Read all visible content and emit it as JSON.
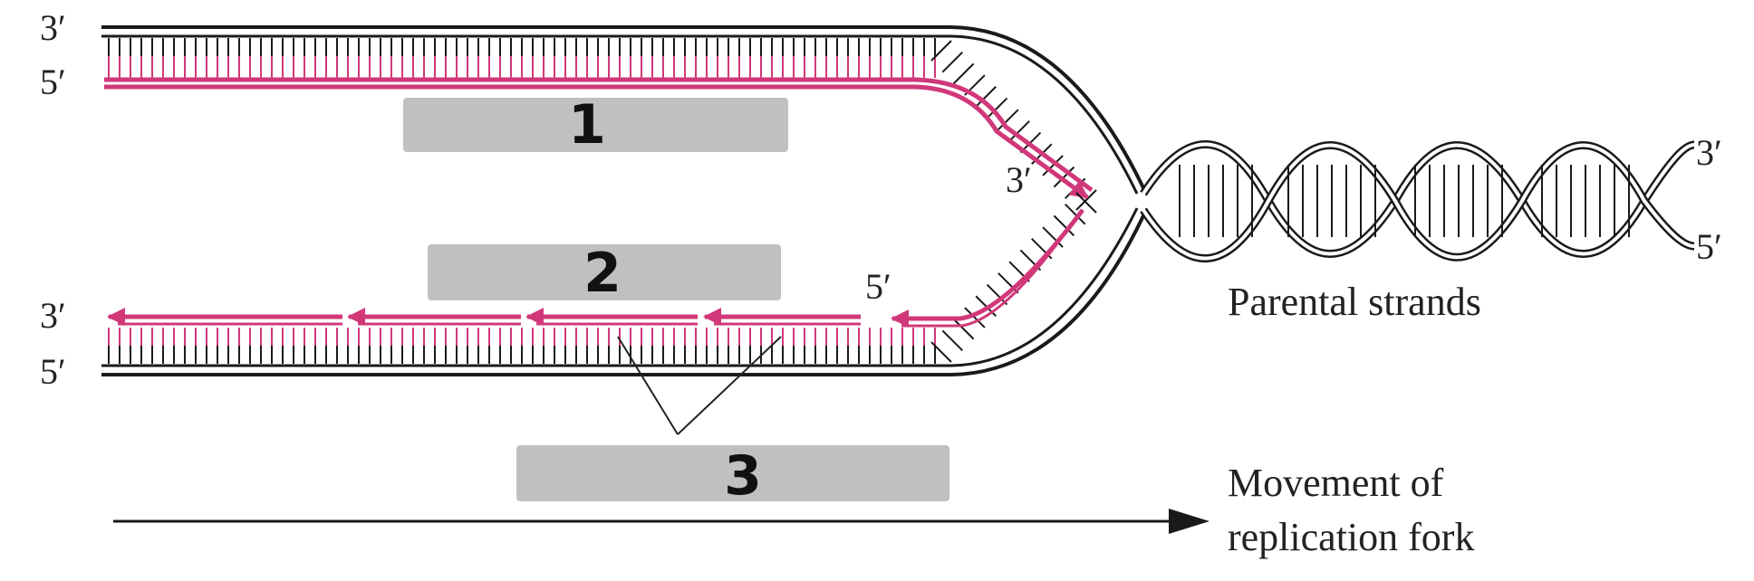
{
  "labels": {
    "top_left_3": "3′",
    "top_left_5": "5′",
    "bottom_left_3": "3′",
    "bottom_left_5": "5′",
    "leading_end_3": "3′",
    "lagging_start_5": "5′",
    "right_3": "3′",
    "right_5": "5′",
    "parental_strands": "Parental strands",
    "movement_line1": "Movement of",
    "movement_line2": "replication fork"
  },
  "blanks": [
    {
      "number": "1"
    },
    {
      "number": "2"
    },
    {
      "number": "3"
    }
  ],
  "colors": {
    "new_strand": "#d1387a",
    "parental_strand": "#1a1a1a",
    "blank_box": "#c0c0c0",
    "background": "#ffffff"
  }
}
